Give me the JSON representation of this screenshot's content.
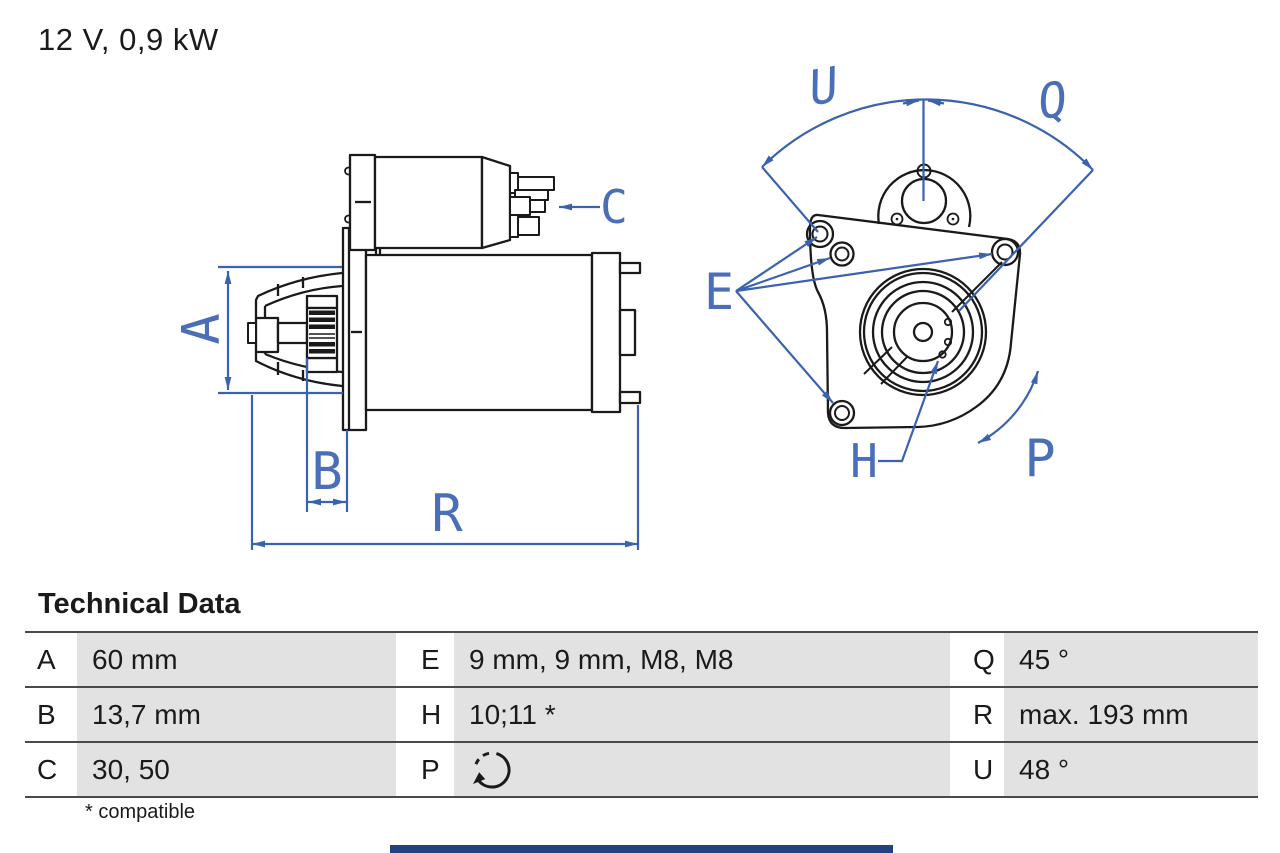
{
  "title": "12 V, 0,9 kW",
  "section_heading": "Technical Data",
  "footnote": "* compatible",
  "colors": {
    "diagram_line_black": "#1a1a1a",
    "dimension_blue": "#3a62ae",
    "label_blue": "#4a6fb8",
    "table_cell_gray": "#e2e2e2",
    "table_border_gray": "#4a4a4a",
    "bottom_banner_blue": "#24407e"
  },
  "diagram": {
    "side_view_labels": {
      "A": "A",
      "B": "B",
      "C": "C",
      "R": "R"
    },
    "front_view_labels": {
      "E": "E",
      "H": "H",
      "P": "P",
      "Q": "Q",
      "U": "U"
    }
  },
  "table": {
    "rows": [
      [
        {
          "key": "A",
          "value": "60 mm"
        },
        {
          "key": "E",
          "value": "9 mm, 9 mm, M8, M8"
        },
        {
          "key": "Q",
          "value": "45 °"
        }
      ],
      [
        {
          "key": "B",
          "value": "13,7 mm"
        },
        {
          "key": "H",
          "value": "10;11 *"
        },
        {
          "key": "R",
          "value": "max. 193 mm"
        }
      ],
      [
        {
          "key": "C",
          "value": "30, 50"
        },
        {
          "key": "P",
          "value": "",
          "icon": "rotation-direction-icon"
        },
        {
          "key": "U",
          "value": "48 °"
        }
      ]
    ]
  }
}
